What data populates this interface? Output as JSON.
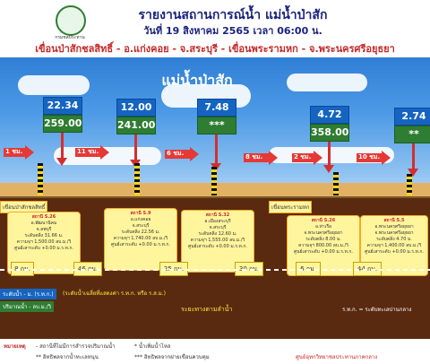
{
  "header": {
    "logo_text": "กรมชลประทาน",
    "title": "รายงานสถานการณ์น้ำ แม่น้ำป่าสัก",
    "subtitle": "วันที่ 19 สิงหาคม 2565 เวลา 06:00 น.",
    "route": "เขื่อนป่าสักชลสิทธิ์ - อ.แก่งคอย - จ.สระบุรี - เขื่อนพระรามหก - จ.พระนครศรีอยุธยา"
  },
  "river_name": "แม่น้ำป่าสัก",
  "stations": [
    {
      "level": "22.34",
      "flow": "259.00",
      "card": [
        "สถานี S.26",
        "อ.พัฒนานิคม",
        "จ.ลพบุรี",
        "ระดับตลิ่ง 31.66 ม.",
        "ความจุฯ 1,500.00 ลบ.ม./วิ",
        "ศูนย์เสาระดับ +0.00 ม.ร.ท.ก."
      ]
    },
    {
      "level": "12.00",
      "flow": "241.00",
      "card": [
        "สถานี S.9",
        "อ.แก่งคอย",
        "จ.สระบุรี",
        "ระดับตลิ่ง 22.56 ม.",
        "ความจุฯ 1,740.00 ลบ.ม./วิ",
        "ศูนย์เสาระดับ +0.00 ม.ร.ท.ก."
      ]
    },
    {
      "level": "7.48",
      "flow": "***",
      "card": [
        "สถานี S.32",
        "อ.เมืองสระบุรี",
        "จ.สระบุรี",
        "ระดับตลิ่ง 12.60 ม.",
        "ความจุฯ 1,555.00 ลบ.ม./วิ",
        "ศูนย์เสาระดับ +0.00 ม.ร.ท.ก."
      ]
    },
    {
      "level": "4.72",
      "flow": "358.00",
      "card": [
        "สถานี S.26",
        "อ.ท่าเรือ",
        "จ.พระนครศรีอยุธยา",
        "ระดับตลิ่ง 8.00 ม.",
        "ความจุฯ 800.00 ลบ.ม./วิ",
        "ศูนย์เสาระดับ +0.00 ม.ร.ท.ก."
      ]
    },
    {
      "level": "2.74",
      "flow": "**",
      "card": [
        "สถานี S.5",
        "อ.พระนครศรีอยุธยา",
        "จ.พระนครศรีอยุธยา",
        "ระดับตลิ่ง 4.70 ม.",
        "ความจุฯ 1,400.00 ลบ.ม./วิ",
        "ศูนย์เสาระดับ +0.00 ม.ร.ท.ก."
      ]
    }
  ],
  "travel_times": [
    "1 ชม.",
    "11 ชม.",
    "6 ชม.",
    "8 ชม.",
    "2 ชม.",
    "10 ชม."
  ],
  "dam_left": "เขื่อนป่าสักชลสิทธิ์",
  "dam_right": "เขื่อนพระรามหก",
  "distances": [
    "8 กม.",
    "46 กม.",
    "25 กม.",
    "30 กม.",
    "6 กม.",
    "44 กม."
  ],
  "axis_labels": {
    "left1": "ระดับน้ำ - ม. (ร.ท.ก.)",
    "left2": "ปริมาณน้ำ - ลบ.ม./วิ",
    "note": "(ระดับน้ำเฉลี่ยที่แสดงค่า ร.ท.ก. หรือ ร.ส.ม.)",
    "distance_label": "ระยะทางตามลำน้ำ",
    "rtk": "ร.ท.ก. = ระดับทะเลปานกลาง"
  },
  "legend": {
    "title": "หมายเหตุ",
    "item1": "- สถานีที่ไม่มีการสำรวจปริมาณน้ำ",
    "item2": "* น้ำเพิ่มน้ำไหล",
    "item3": "** อิทธิพลจากน้ำทะเลหนุน",
    "item4": "*** อิทธิพลจากฝายเขื่อนควบคุม",
    "center": "ศูนย์อุทกวิทยาชลประทานภาคกลาง"
  }
}
